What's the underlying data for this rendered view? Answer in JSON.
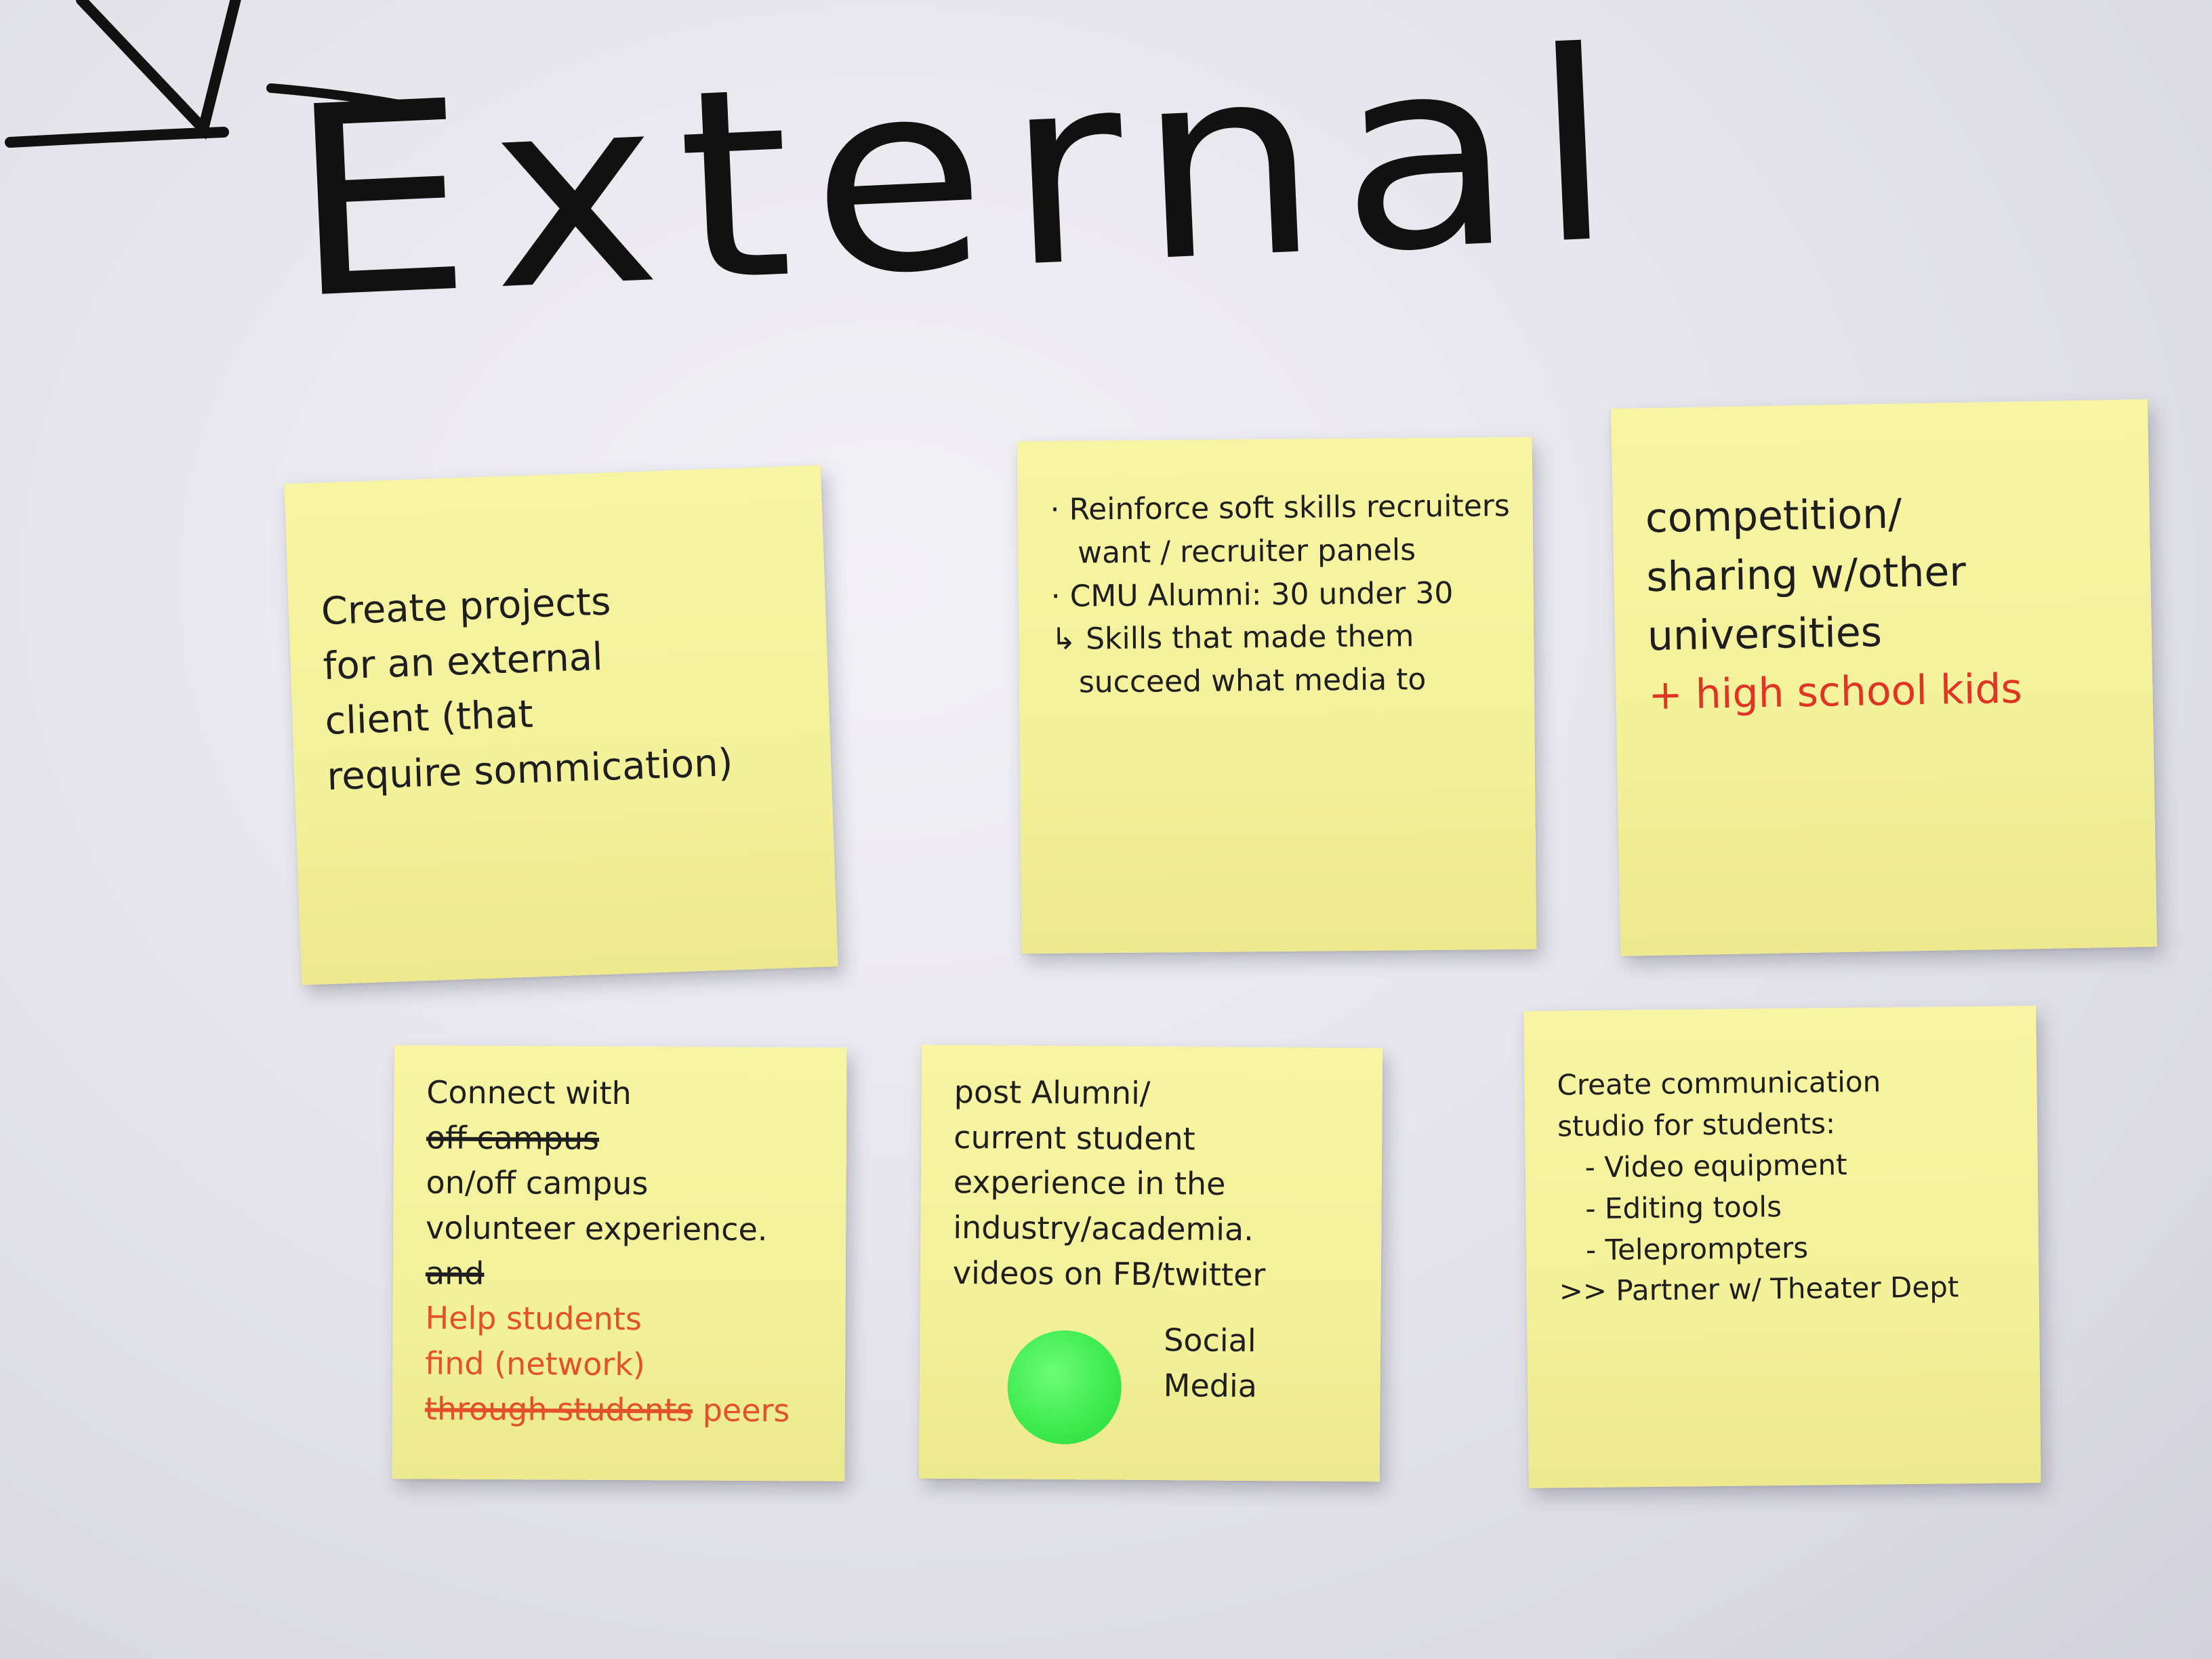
{
  "heading": "External",
  "notes": {
    "n1": {
      "lines": [
        "Create projects",
        "for an external",
        "client (that",
        "require sommication)"
      ]
    },
    "n2": {
      "lines": [
        "· Reinforce soft skills recruiters",
        "want / recruiter panels",
        "· CMU Alumni: 30 under 30",
        "↳ Skills that made them",
        "succeed what media to"
      ]
    },
    "n3": {
      "lines": [
        "competition/",
        "sharing w/other",
        "universities"
      ],
      "red_line": "+ high school kids"
    },
    "n4": {
      "lines": [
        "Connect with",
        "off campus",
        "on/off campus",
        "volunteer experience.",
        "and"
      ],
      "orange_lines": [
        "Help students",
        "find (network)",
        "through students",
        "peers"
      ]
    },
    "n5": {
      "lines": [
        "post Alumni/",
        "current student",
        "experience in the",
        "industry/academia.",
        "videos on FB/twitter"
      ],
      "social": [
        "Social",
        "Media"
      ],
      "sticker_color": "#3bea4c"
    },
    "n6": {
      "lines": [
        "Create communication",
        "studio for students:",
        "- Video equipment",
        "- Editing tools",
        "- Teleprompters",
        ">> Partner w/ Theater Dept"
      ]
    }
  }
}
